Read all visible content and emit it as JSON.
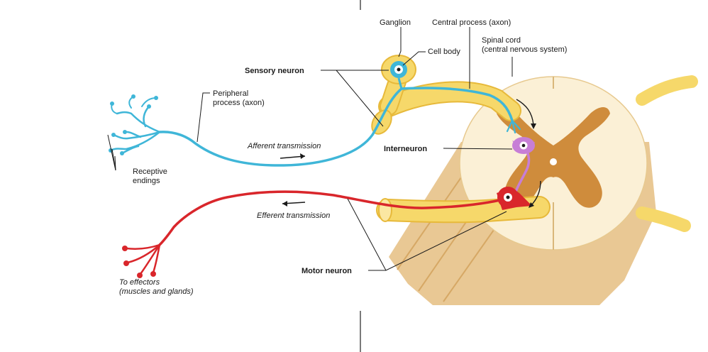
{
  "labels": {
    "ganglion": "Ganglion",
    "central_process": "Central process (axon)",
    "cell_body": "Cell body",
    "spinal_cord_line1": "Spinal cord",
    "spinal_cord_line2": "(central nervous system)",
    "sensory_neuron": "Sensory neuron",
    "peripheral_line1": "Peripheral",
    "peripheral_line2": "process (axon)",
    "afferent": "Afferent transmission",
    "interneuron": "Interneuron",
    "receptive_line1": "Receptive",
    "receptive_line2": "endings",
    "efferent": "Efferent transmission",
    "motor_neuron": "Motor neuron",
    "effectors_line1": "To effectors",
    "effectors_line2": "(muscles and glands)"
  },
  "colors": {
    "sensory": "#3fb6d8",
    "motor": "#d9262b",
    "interneuron": "#c77ed6",
    "nerve": "#f6d86a",
    "nerve_outline": "#e7b93a",
    "white_matter": "#fbf0d6",
    "gray_matter": "#cf8c3c",
    "cord_side": "#e9c894"
  }
}
